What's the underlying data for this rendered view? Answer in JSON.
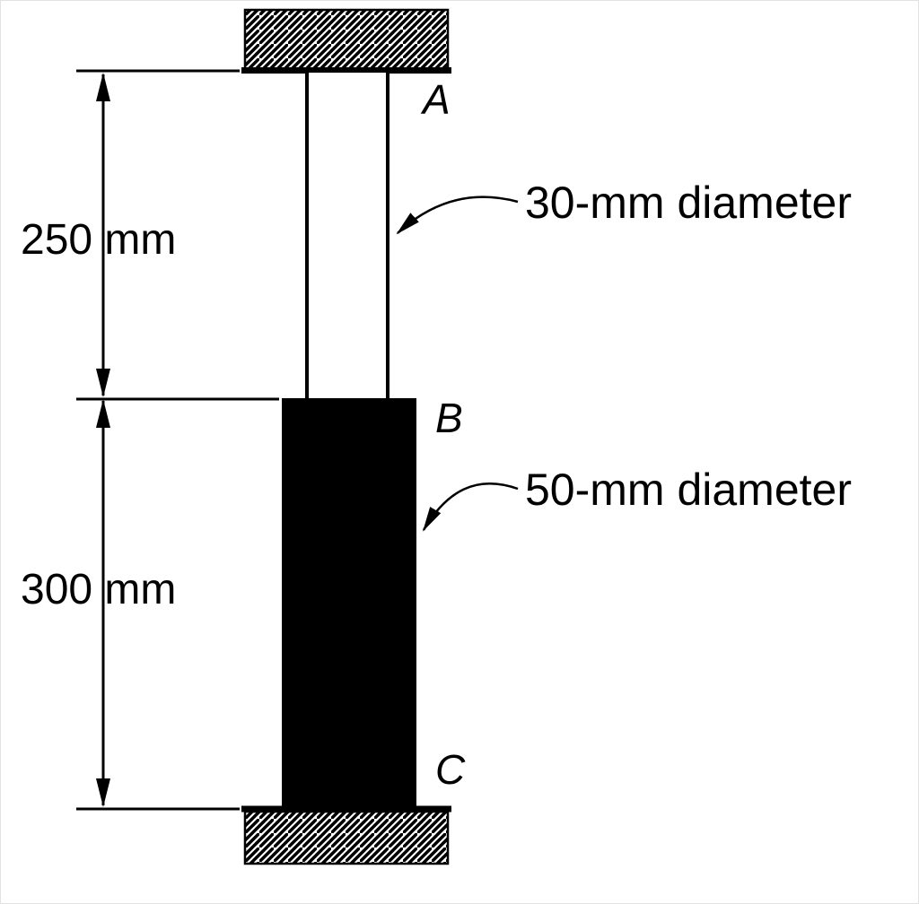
{
  "figure": {
    "points": {
      "a": "A",
      "b": "B",
      "c": "C"
    },
    "dimensions": {
      "upper_length": "250 mm",
      "lower_length": "300 mm"
    },
    "annotations": {
      "upper_rod_diameter": "30-mm diameter",
      "lower_rod_diameter": "50-mm diameter"
    },
    "colors": {
      "ink": "#000000",
      "lower_rod_fill": "#000000",
      "background": "#ffffff"
    }
  }
}
